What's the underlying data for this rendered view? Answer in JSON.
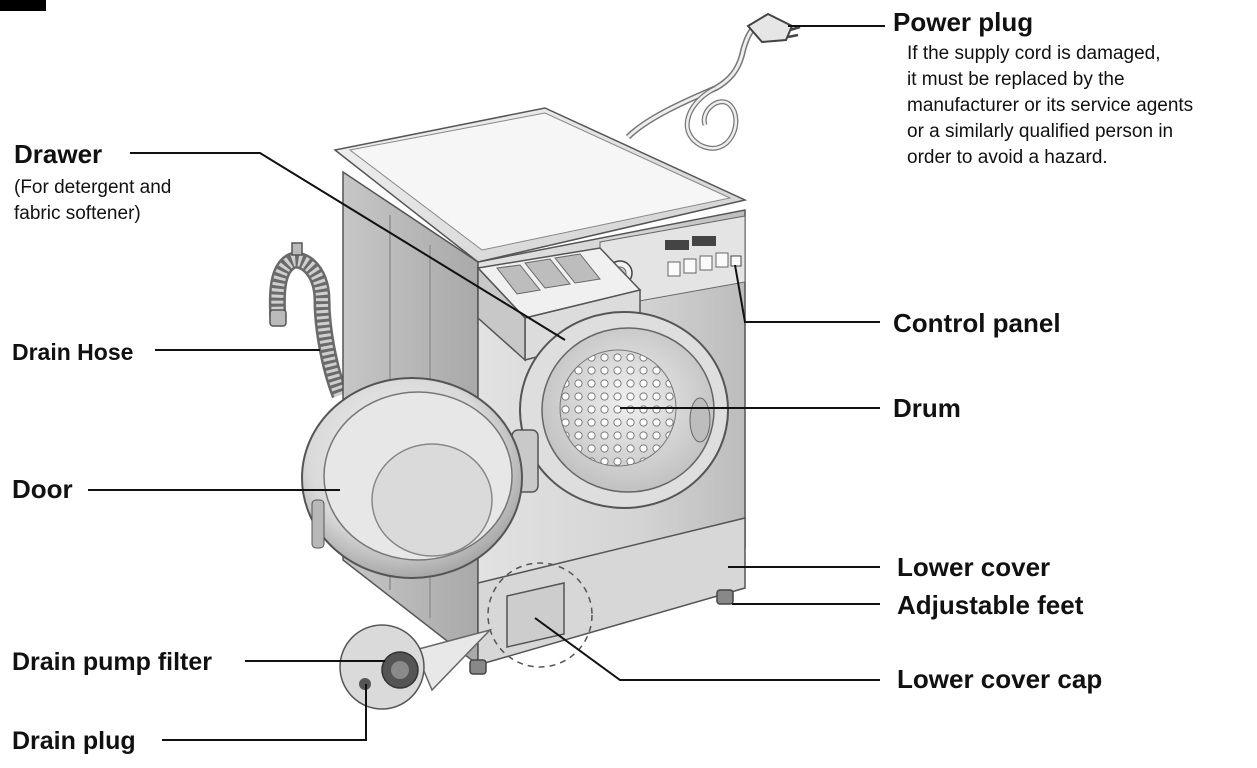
{
  "labels": {
    "power_plug": "Power plug",
    "power_plug_note": "If the supply cord is damaged,\nit must be replaced by the\nmanufacturer or its service agents\nor a similarly qualified person in\norder to avoid a hazard.",
    "drawer": "Drawer",
    "drawer_note": "(For detergent and\n fabric softener)",
    "drain_hose": "Drain Hose",
    "control_panel": "Control panel",
    "drum": "Drum",
    "door": "Door",
    "lower_cover": "Lower cover",
    "adjustable_feet": "Adjustable feet",
    "drain_pump_filter": "Drain pump filter",
    "lower_cover_cap": "Lower cover cap",
    "drain_plug": "Drain plug"
  },
  "colors": {
    "text": "#111111",
    "line": "#111111",
    "machine_light": "#eeeeee",
    "machine_mid": "#cfcfcf",
    "machine_dark": "#9a9a9a",
    "outline": "#555555"
  }
}
